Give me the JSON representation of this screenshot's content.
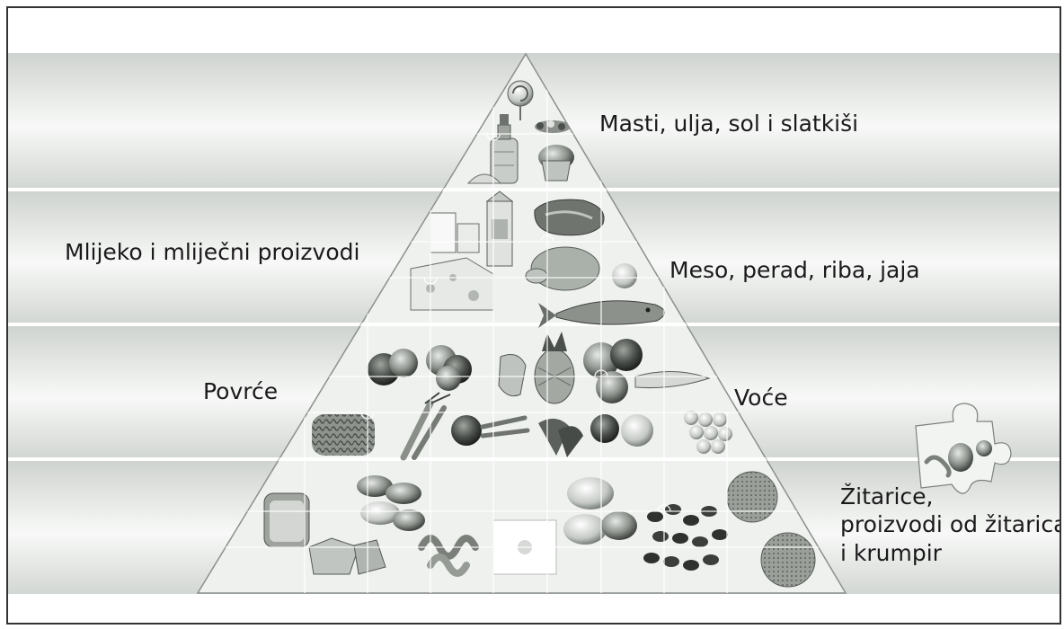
{
  "labels": {
    "fats": "Masti, ulja, sol i slatkiši",
    "milk": "Mlijeko i mliječni proizvodi",
    "meat": "Meso, perad, riba, jaja",
    "vegetables": "Povrće",
    "fruit": "Voće",
    "grains": "Žitarice,\nproizvodi od žitarica\ni krumpir"
  },
  "icons": [
    "lollipop-icon",
    "oil-bottle-icon",
    "candy-icon",
    "muffin-icon",
    "milk-glass-icon",
    "milk-carton-icon",
    "cheese-icon",
    "steak-icon",
    "chicken-icon",
    "egg-icon",
    "fish-icon",
    "tomato-icon",
    "broccoli-icon",
    "pepper-icon",
    "lettuce-icon",
    "carrot-icon",
    "pineapple-icon",
    "apple-icon",
    "banana-icon",
    "grapes-icon",
    "strawberry-icon",
    "bread-icon",
    "pasta-icon",
    "potato-icon",
    "beans-icon",
    "rice-icon",
    "loose-puzzle-piece-icon"
  ],
  "colors": {
    "band_light": "#f4f6f4",
    "band_dark": "#cfd3cf",
    "pyramid_fill": "#eef1ee",
    "food_gray": "#7a7f7a",
    "food_dark": "#3e423e"
  }
}
